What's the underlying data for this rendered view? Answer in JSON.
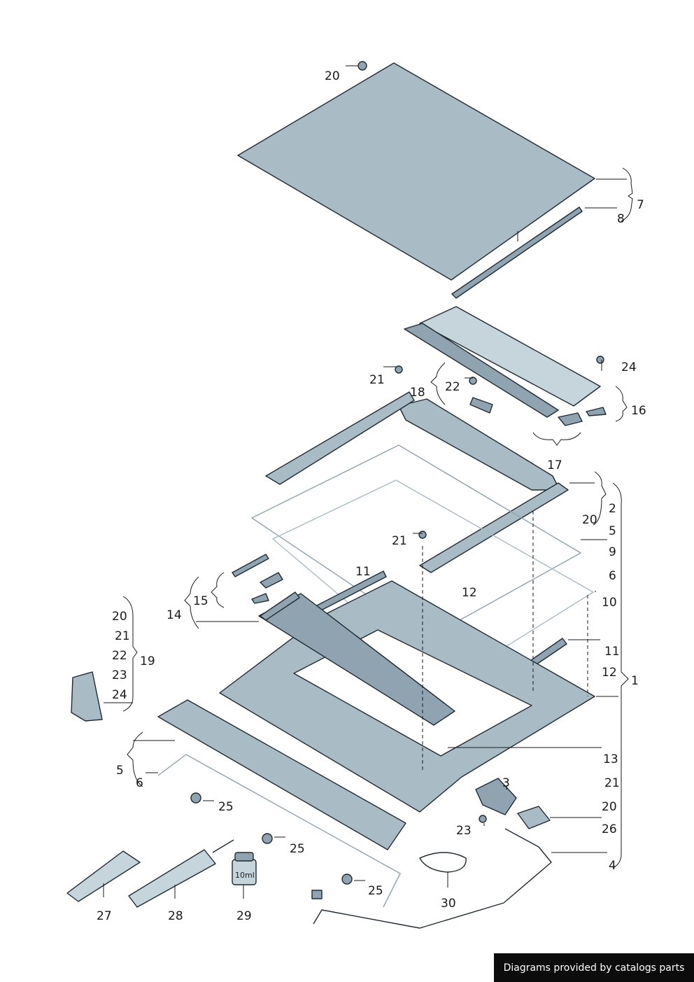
{
  "diagram": {
    "colors": {
      "part_fill": "#a9bcc6",
      "part_fill_dark": "#8fa4b0",
      "part_fill_light": "#c6d5dc",
      "outline": "#1f2a33",
      "text": "#1a1a1a"
    },
    "labels": {
      "l20_top": "20",
      "l7": "7",
      "l8": "8",
      "l24_r": "24",
      "l21_a": "21",
      "l18": "18",
      "l22_a": "22",
      "l16": "16",
      "l17": "17",
      "l2": "2",
      "l20_b": "20",
      "l5_r": "5",
      "l21_b": "21",
      "l9": "9",
      "l6_r": "6",
      "l11_a": "11",
      "l12_a": "12",
      "l10": "10",
      "l15": "15",
      "l14": "14",
      "l20_c": "20",
      "l21_c": "21",
      "l22_c": "22",
      "l23_c": "23",
      "l24_c": "24",
      "l19": "19",
      "l11_b": "11",
      "l12_b": "12",
      "l1": "1",
      "l5_l": "5",
      "l6_l": "6",
      "l13": "13",
      "l3": "3",
      "l21_d": "21",
      "l20_d": "20",
      "l25_a": "25",
      "l23_d": "23",
      "l26": "26",
      "l25_b": "25",
      "l25_c": "25",
      "l4": "4",
      "l30": "30",
      "l27": "27",
      "l28": "28",
      "l29": "29",
      "bottle_text": "10ml"
    }
  },
  "footer": {
    "credit": "Diagrams provided by catalogs parts"
  }
}
